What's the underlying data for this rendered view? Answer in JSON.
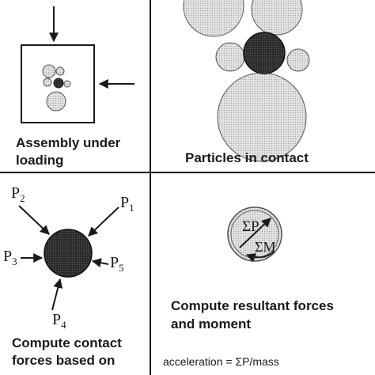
{
  "panels": {
    "top_left": {
      "caption_line1": "Assembly under",
      "caption_line2": "loading"
    },
    "top_right": {
      "caption": "Particles in contact"
    },
    "bottom_left": {
      "caption_line1": "Compute contact",
      "caption_line2": "forces based on",
      "force_labels": {
        "p1": "P",
        "p1_sub": "1",
        "p2": "P",
        "p2_sub": "2",
        "p3": "P",
        "p3_sub": "3",
        "p4": "P",
        "p4_sub": "4",
        "p5": "P",
        "p5_sub": "5"
      }
    },
    "bottom_right": {
      "caption_line1": "Compute resultant forces",
      "caption_line2": "and moment",
      "sum_p": "ΣP",
      "sum_m": "ΣM",
      "equation": "acceleration = ΣP/mass"
    }
  },
  "colors": {
    "ink": "#1a1a1a",
    "particle_light": "#d9d9d9",
    "particle_dark": "#2b2b2b"
  }
}
